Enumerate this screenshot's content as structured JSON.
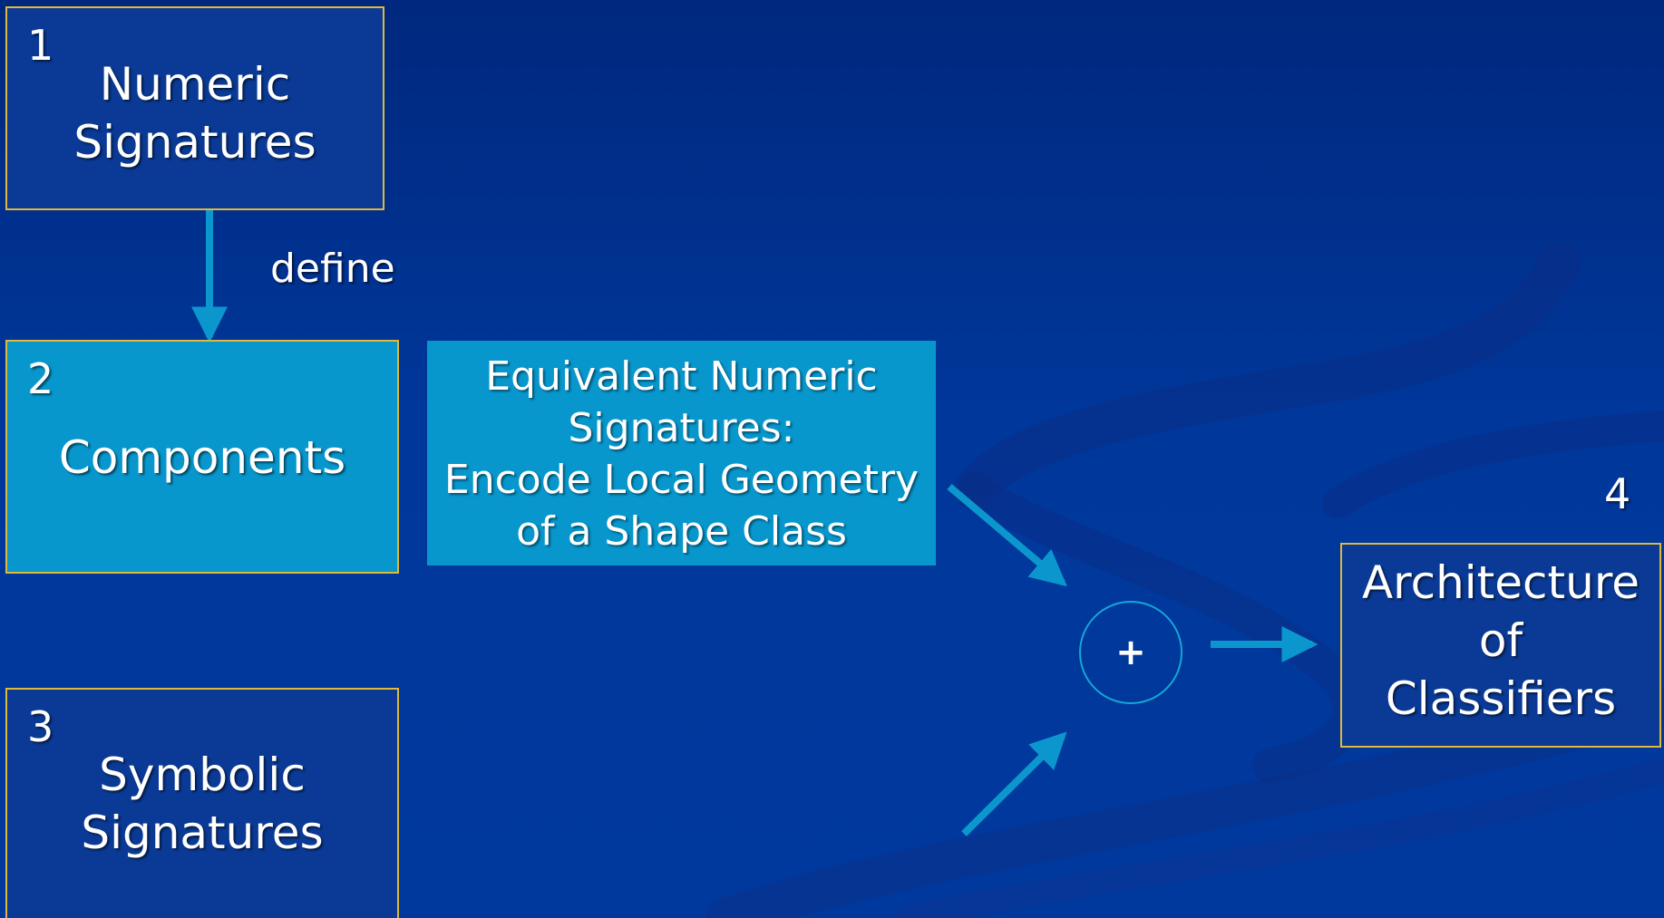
{
  "diagram": {
    "nodes": {
      "numeric": {
        "number": "1",
        "label": "Numeric\nSignatures"
      },
      "components": {
        "number": "2",
        "label": "Components"
      },
      "symbolic": {
        "number": "3",
        "label": "Symbolic\nSignatures"
      },
      "architecture": {
        "number": "4",
        "label": "Architecture\nof\nClassifiers"
      }
    },
    "callout": {
      "text": "Equivalent Numeric\nSignatures:\nEncode Local Geometry\nof a Shape Class"
    },
    "edge_label": "define",
    "combine_symbol": "+",
    "colors": {
      "background": "#00379a",
      "dark_box": "#0a3a96",
      "light_box": "#0797cd",
      "border": "#e0b83a",
      "arrow": "#0b97cd",
      "text": "#ffffff"
    }
  }
}
